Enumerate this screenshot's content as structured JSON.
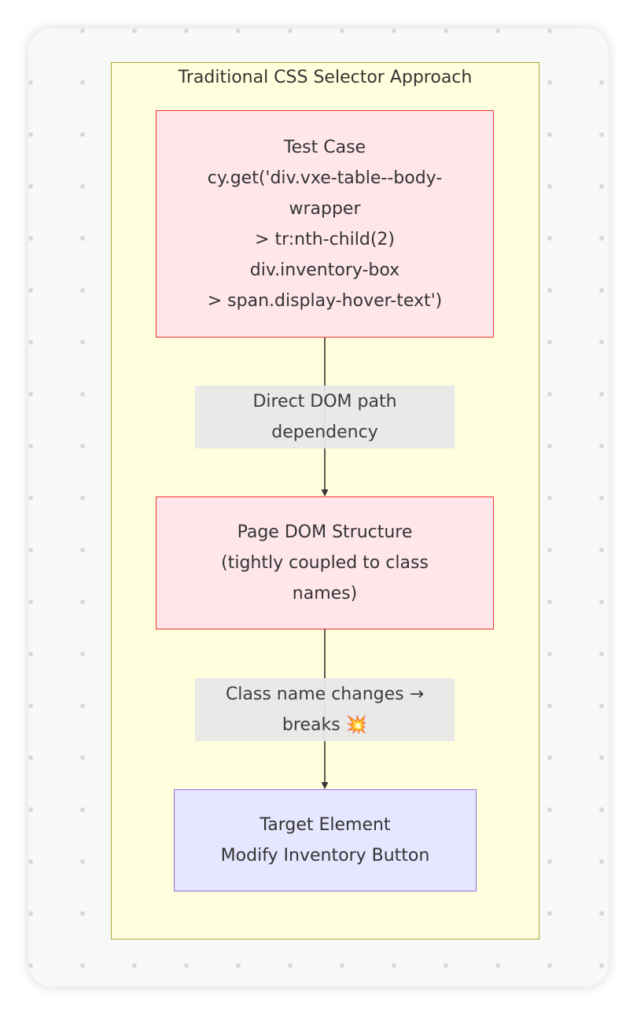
{
  "diagram": {
    "subgraph_title": "Traditional CSS Selector Approach",
    "nodes": {
      "test_case": {
        "lines": [
          "Test Case",
          "cy.get('div.vxe-table--body-",
          "wrapper",
          "> tr:nth-child(2)",
          "div.inventory-box",
          "> span.display-hover-text')"
        ]
      },
      "page_dom": {
        "lines": [
          "Page DOM Structure",
          "(tightly coupled to class",
          "names)"
        ]
      },
      "target": {
        "lines": [
          "Target Element",
          "Modify Inventory Button"
        ]
      }
    },
    "edges": [
      {
        "from": "test_case",
        "to": "page_dom",
        "label_lines": [
          "Direct DOM path",
          "dependency"
        ]
      },
      {
        "from": "page_dom",
        "to": "target",
        "label_lines": [
          "Class name changes →",
          "breaks 💥"
        ]
      }
    ]
  },
  "colors": {
    "subgraph_fill": "#ffffdd",
    "subgraph_border": "#aaaa33",
    "red_node_fill": "#ffe6eb",
    "red_node_border": "#ee3333",
    "blue_node_fill": "#e6e6ff",
    "blue_node_border": "#9370db",
    "edge_label_fill": "#e8e8e8",
    "edge_color": "#333333"
  }
}
